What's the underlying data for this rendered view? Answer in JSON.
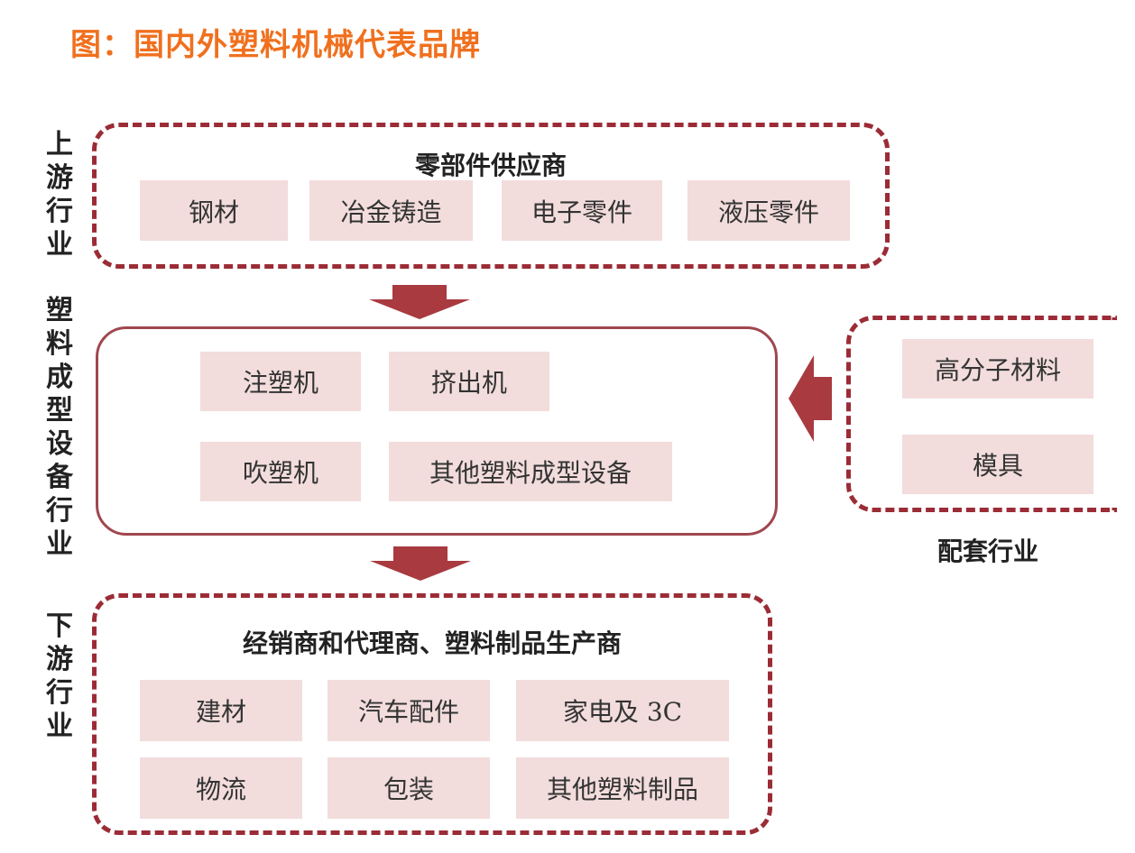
{
  "title": "图：国内外塑料机械代表品牌",
  "side_labels": {
    "upstream": "上游行业",
    "midstream": "塑料成型设备行业",
    "downstream": "下游行业"
  },
  "upstream": {
    "title": "零部件供应商",
    "items": [
      "钢材",
      "冶金铸造",
      "电子零件",
      "液压零件"
    ]
  },
  "midstream": {
    "items": [
      "注塑机",
      "挤出机",
      "吹塑机",
      "其他塑料成型设备"
    ]
  },
  "supporting": {
    "items": [
      "高分子材料",
      "模具"
    ],
    "label": "配套行业"
  },
  "downstream": {
    "title": "经销商和代理商、塑料制品生产商",
    "items": [
      "建材",
      "汽车配件",
      "家电及 3C",
      "物流",
      "包装",
      "其他塑料制品"
    ]
  },
  "colors": {
    "title": "#f0701e",
    "border": "#9b2c36",
    "box_fill": "#f2dcdc",
    "arrow": "#a83a40"
  }
}
